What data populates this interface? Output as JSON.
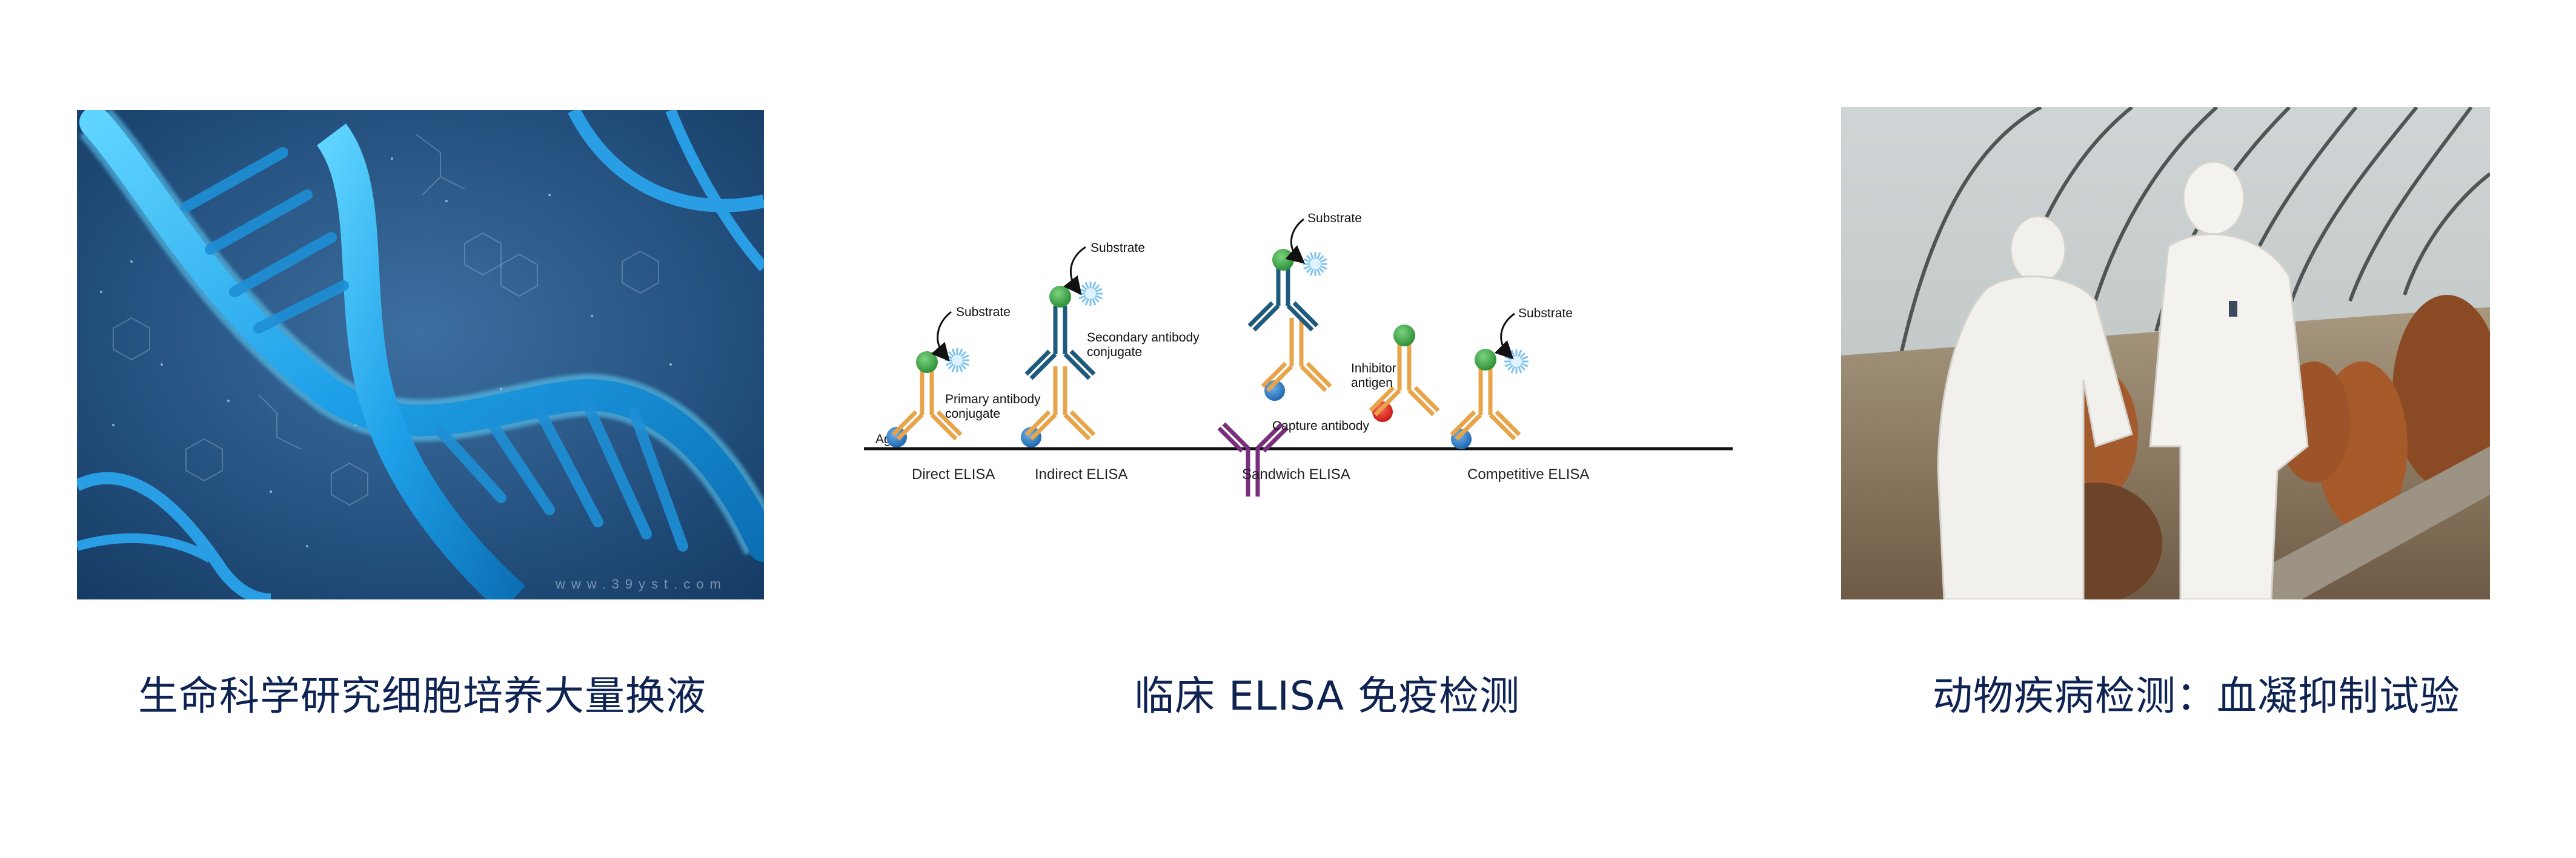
{
  "panels": [
    {
      "id": "life-science",
      "image": "dna-double-helix-illustration",
      "image_watermark": "www.39yst.com",
      "caption": "生命科学研究细胞培养大量换液"
    },
    {
      "id": "clinical-elisa",
      "image": "elisa-types-diagram",
      "caption": "临床 ELISA 免疫检测",
      "diagram": {
        "baseline_label": "Ag",
        "substrate_label": "Substrate",
        "methods": [
          {
            "name": "Direct ELISA",
            "labels": [
              "Primary antibody",
              "conjugate"
            ]
          },
          {
            "name": "Indirect ELISA",
            "labels": [
              "Secondary antibody",
              "conjugate"
            ]
          },
          {
            "name": "Sandwich ELISA",
            "labels": [
              "Capture antibody"
            ]
          },
          {
            "name": "Competitive ELISA",
            "labels": [
              "Inhibitor",
              "antigen"
            ]
          }
        ],
        "colors": {
          "primary_antibody": "#e8a44a",
          "secondary_antibody": "#1d5a7e",
          "capture_antibody": "#7a2f7e",
          "enzyme": "#3fa447",
          "antigen": "#2f7fc4",
          "inhibitor": "#e02a22",
          "substrate": "#8cc8ee"
        }
      }
    },
    {
      "id": "animal-disease",
      "image": "veterinarians-in-protective-suits-with-cattle",
      "caption": "动物疾病检测：血凝抑制试验"
    }
  ],
  "theme": {
    "caption_color": "#0e2352",
    "background": "#ffffff"
  }
}
